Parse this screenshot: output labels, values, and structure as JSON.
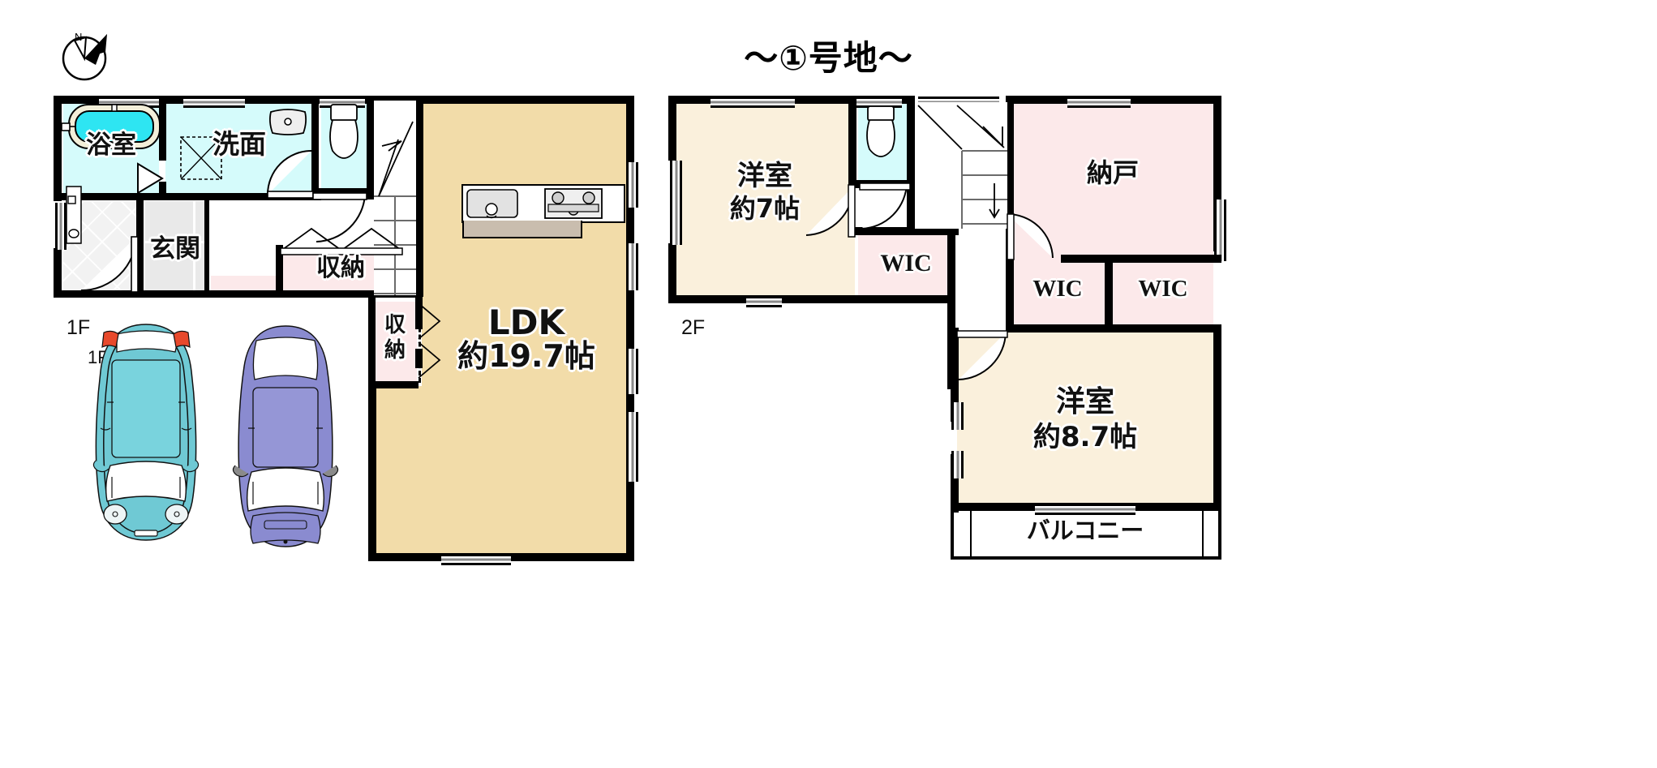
{
  "title": "～①号地～",
  "floors": [
    {
      "tag": "1F",
      "id": "floor-1f"
    },
    {
      "tag": "2F",
      "id": "floor-2f"
    }
  ],
  "compass": {
    "label": "N"
  },
  "floor1": {
    "tag": "1F",
    "rooms": [
      {
        "name": "bathroom",
        "label": "浴室",
        "color": "#d5fbfb"
      },
      {
        "name": "washroom",
        "label": "洗面",
        "color": "#d5fbfb"
      },
      {
        "name": "toilet",
        "label": "",
        "color": "#d5fbfb"
      },
      {
        "name": "entrance",
        "label": "玄関",
        "color": "#e9e9e9"
      },
      {
        "name": "closet-hall",
        "label": "収納",
        "color": "#fce9ea"
      },
      {
        "name": "closet-ldk",
        "label": "収納",
        "color": "#fce9ea"
      },
      {
        "name": "ldk",
        "label": "LDK\n約19.7帖",
        "color": "#f2dca9"
      }
    ],
    "ldk_line1": "LDK",
    "ldk_line2": "約19.7帖",
    "cars": [
      {
        "name": "car-left",
        "color": "#6fc9d4"
      },
      {
        "name": "car-right",
        "color": "#8a8bd0"
      }
    ]
  },
  "floor2": {
    "tag": "2F",
    "rooms": [
      {
        "name": "bedroom-7",
        "label": "洋室\n約7帖",
        "line1": "洋室",
        "line2": "約7帖",
        "color": "#faf0dc"
      },
      {
        "name": "bedroom-87",
        "label": "洋室\n約8.7帖",
        "line1": "洋室",
        "line2": "約8.7帖",
        "color": "#faf0dc"
      },
      {
        "name": "storeroom",
        "label": "納戸",
        "color": "#fce9ea"
      },
      {
        "name": "wic-center",
        "label": "WIC",
        "color": "#fce9ea"
      },
      {
        "name": "wic-left",
        "label": "WIC",
        "color": "#fce9ea"
      },
      {
        "name": "wic-right",
        "label": "WIC",
        "color": "#fce9ea"
      },
      {
        "name": "toilet-2f",
        "label": "",
        "color": "#d5fbfb"
      },
      {
        "name": "balcony",
        "label": "バルコニー",
        "color": "#ffffff"
      }
    ]
  },
  "colors": {
    "wall": "#000000",
    "ldk_fill": "#f2dca9",
    "water_fill": "#d5fbfb",
    "storage_fill": "#fce9ea",
    "bedroom_fill": "#faf0dc",
    "tile_fill": "#e9e9e9",
    "kitchen_counter": "#c9bdae",
    "car_left": "#6fc9d4",
    "car_right": "#8a8bd0",
    "tail_light": "#e8492c"
  }
}
